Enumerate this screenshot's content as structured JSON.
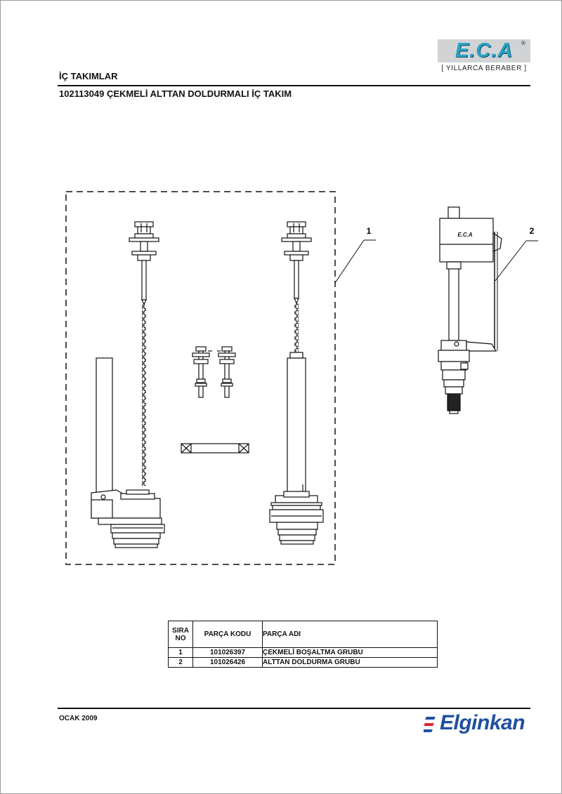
{
  "header": {
    "brand_logo_text": "E.C.A",
    "brand_slogan": "[ YILLARCA BERABER ]",
    "registered_mark": "®",
    "section_title": "İÇ TAKIMLAR",
    "product_title": "102113049 ÇEKMELİ ALTTAN DOLDURMALI İÇ TAKIM"
  },
  "drawing": {
    "callout_1": "1",
    "callout_2": "2",
    "valve_cap_text": "E.C.A"
  },
  "parts_table": {
    "headers": {
      "no_line1": "SIRA",
      "no_line2": "NO",
      "code": "PARÇA KODU",
      "name": "PARÇA ADI"
    },
    "rows": [
      {
        "no": "1",
        "code": "101026397",
        "name": "ÇEKMELİ BOŞALTMA GRUBU"
      },
      {
        "no": "2",
        "code": "101026426",
        "name": "ALTTAN DOLDURMA GRUBU"
      }
    ]
  },
  "footer": {
    "date": "OCAK 2009",
    "company": "Elginkan"
  }
}
